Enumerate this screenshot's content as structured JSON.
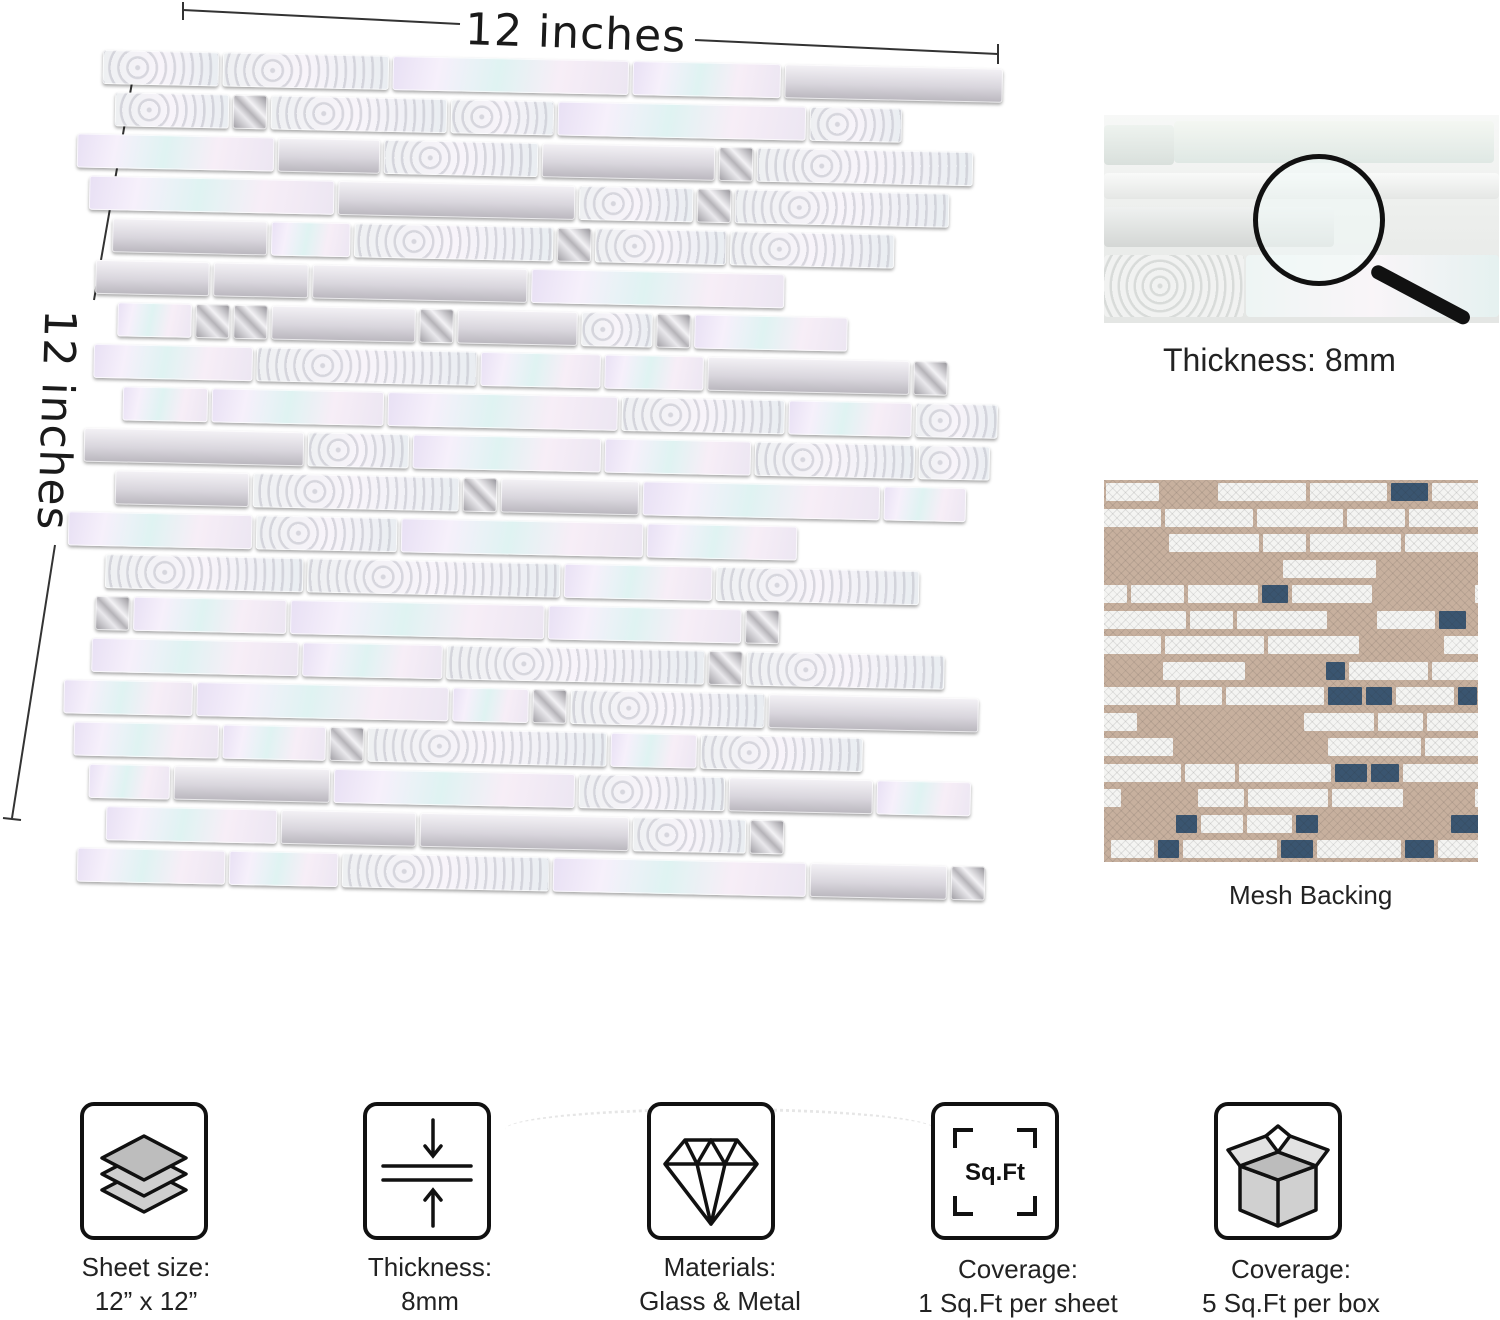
{
  "dimensions": {
    "width_label": "12 inches",
    "height_label": "12 inches"
  },
  "thickness_detail": {
    "caption": "Thickness: 8mm"
  },
  "mesh_detail": {
    "caption": "Mesh Backing"
  },
  "specs": [
    {
      "icon": "layers-icon",
      "title": "Sheet size:",
      "value": "12” x 12”"
    },
    {
      "icon": "thickness-icon",
      "title": "Thickness:",
      "value": "8mm"
    },
    {
      "icon": "diamond-icon",
      "title": "Materials:",
      "value": "Glass & Metal"
    },
    {
      "icon": "sqft-icon",
      "icon_text": "Sq.Ft",
      "title": "Coverage:",
      "value": "1 Sq.Ft per sheet"
    },
    {
      "icon": "box-icon",
      "title": "Coverage:",
      "value": "5 Sq.Ft per box"
    }
  ],
  "colors": {
    "mesh_tan": "#c7b09e",
    "mesh_white": "#f4f4f2",
    "mesh_blue": "#3a5570",
    "icon_stroke": "#111111"
  }
}
